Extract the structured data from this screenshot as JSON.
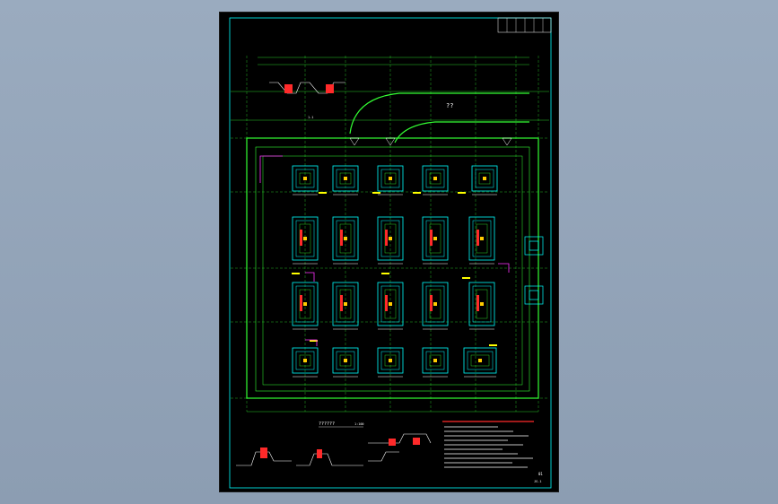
{
  "viewer": {
    "background_color": "#8d9fb4",
    "sheet_color": "#000000"
  },
  "drawing": {
    "label_top_right": "??",
    "plan_title": "??????",
    "plan_scale": "1:100",
    "sheet_code": "JS-1",
    "sheet_number": "01",
    "colors": {
      "frame": "#ffffff",
      "border": "#00ffff",
      "grid": "#33ff33",
      "wall": "#33ff33",
      "footing": "#00ffff",
      "rebar": "#ff2a2a",
      "pipe": "#ff33ff",
      "note": "#ffff00",
      "pile": "#ffcc00"
    }
  },
  "layers": {
    "footing_pads": "footing-pad",
    "columns": "column-marker"
  }
}
